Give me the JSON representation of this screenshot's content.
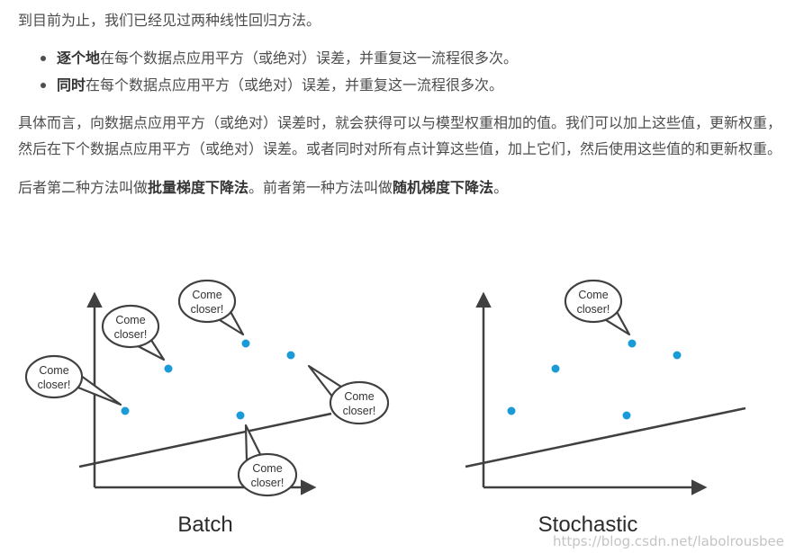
{
  "intro": "到目前为止，我们已经见过两种线性回归方法。",
  "bullets": [
    {
      "bold": "逐个地",
      "rest": "在每个数据点应用平方（或绝对）误差，并重复这一流程很多次。"
    },
    {
      "bold": "同时",
      "rest": "在每个数据点应用平方（或绝对）误差，并重复这一流程很多次。"
    }
  ],
  "paragraph2": "具体而言，向数据点应用平方（或绝对）误差时，就会获得可以与模型权重相加的值。我们可以加上这些值，更新权重，然后在下个数据点应用平方（或绝对）误差。或者同时对所有点计算这些值，加上它们，然后使用这些值的和更新权重。",
  "paragraph3": {
    "a": "后者第二种方法叫做",
    "b": "批量梯度下降法",
    "c": "。前者第一种方法叫做",
    "d": "随机梯度下降法",
    "e": "。"
  },
  "diagram": {
    "batch_label": "Batch",
    "stochastic_label": "Stochastic",
    "bubble_line1": "Come",
    "bubble_line2": "closer!",
    "point_color": "#1a9bd7",
    "bubble_border": "#404040"
  },
  "watermark": "https://blog.csdn.net/labolrousbee"
}
